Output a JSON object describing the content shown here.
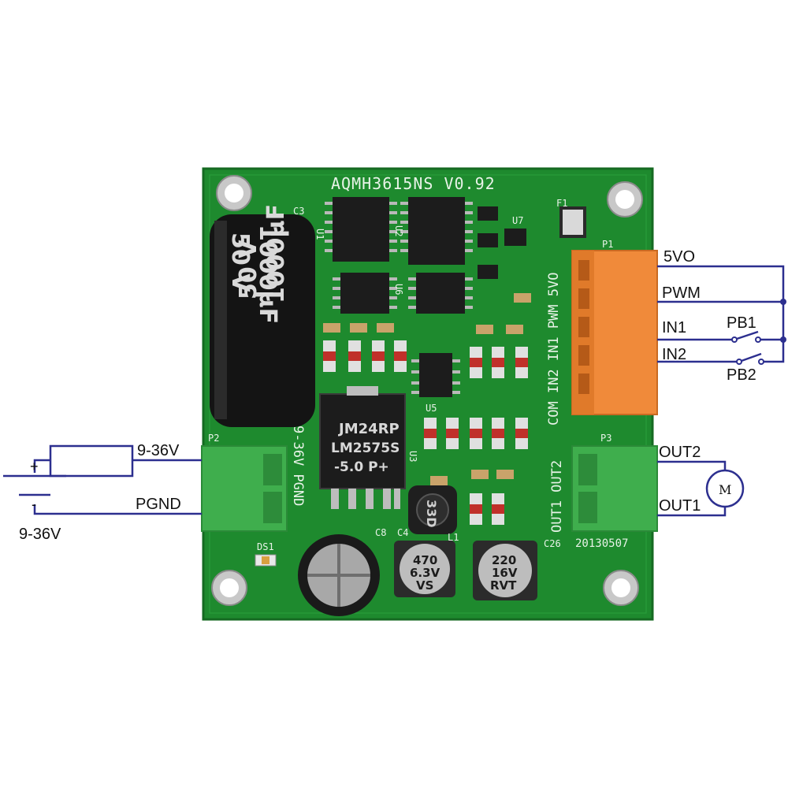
{
  "colors": {
    "wire": "#2c2f8f",
    "pcb": "#1e8a2e",
    "pcb_dark": "#166e24",
    "terminal_orange": "#f08a3a",
    "terminal_green": "#3fae4d",
    "ic_black": "#1c1c1c",
    "cap_black": "#141414"
  },
  "board": {
    "title": "AQMH3615NS V0.92",
    "date_code": "20130507",
    "regulator_lines": [
      "JM24RP",
      "LM2575S",
      "-5.0  P+"
    ],
    "big_cap_lines": [
      "1000µF",
      "50 V"
    ],
    "supply_silk": "9-36V PGND",
    "out_silk": "OUT1 OUT2",
    "ctrl_silk": "COM IN2 IN1 PWM 5VO",
    "cap_470_lines": [
      "470",
      "6.3V",
      "VS"
    ],
    "cap_220_lines": [
      "220",
      "16V",
      "RVT"
    ],
    "inductor_label": "33D",
    "refs": {
      "u1": "U1",
      "u2": "U2",
      "u3": "U3",
      "u5": "U5",
      "u6": "U6",
      "u7": "U7",
      "p1": "P1",
      "p2": "P2",
      "p3": "P3",
      "f1": "F1",
      "ds1": "DS1",
      "c3": "C3",
      "c4": "C4",
      "c8": "C8",
      "c26": "C26",
      "l1": "L1"
    }
  },
  "wiring": {
    "terminal_labels": [
      "5VO",
      "PWM",
      "IN1",
      "IN2"
    ],
    "switch_labels": [
      "PB1",
      "PB2"
    ],
    "output_labels": [
      "OUT2",
      "OUT1"
    ],
    "motor_symbol": "M",
    "supply_wire_label": "9-36V",
    "ground_wire_label": "PGND",
    "battery_label": "9-36V",
    "battery_plus": "+",
    "battery_minus": "-"
  }
}
